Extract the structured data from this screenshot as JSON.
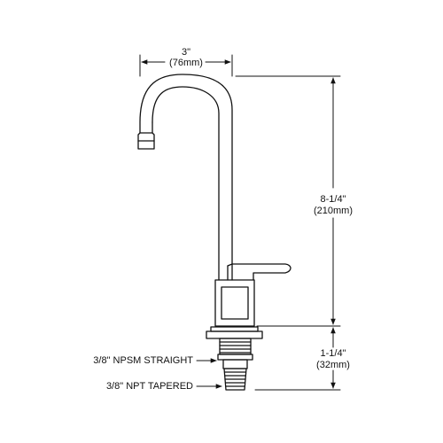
{
  "dimensions": {
    "width_inch": "3\"",
    "width_mm": "(76mm)",
    "height_inch": "8-1/4\"",
    "height_mm": "(210mm)",
    "shank_inch": "1-1/4\"",
    "shank_mm": "(32mm)"
  },
  "callouts": {
    "npsm": "3/8\" NPSM STRAIGHT",
    "npt": "3/8\" NPT TAPERED"
  },
  "colors": {
    "line": "#111111",
    "background": "#ffffff"
  }
}
